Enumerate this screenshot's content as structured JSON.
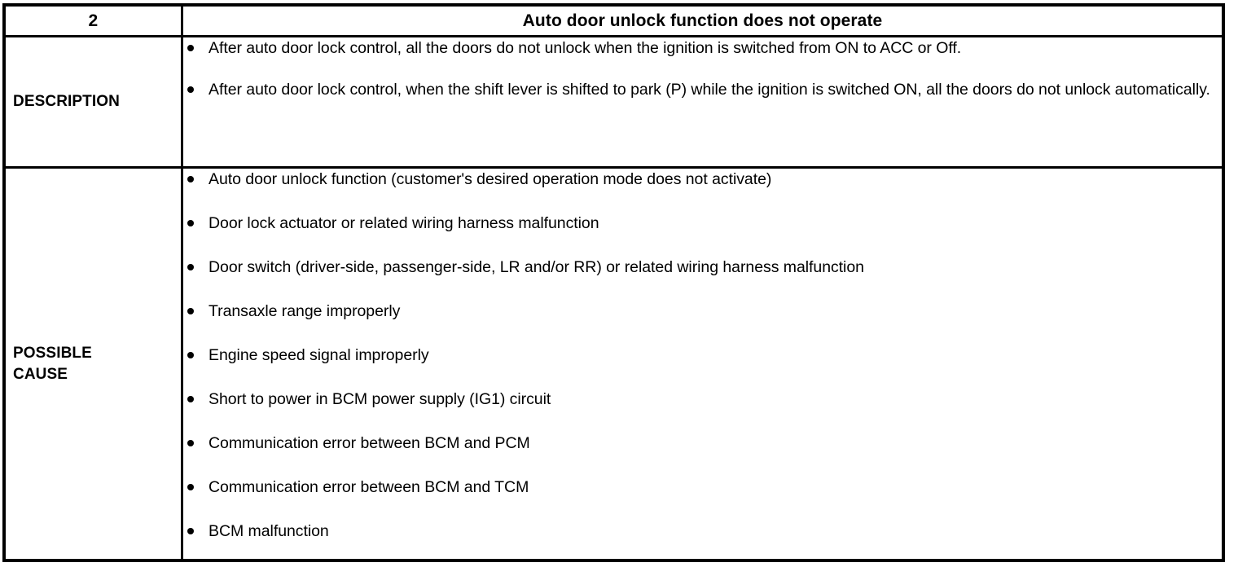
{
  "table": {
    "header": {
      "number": "2",
      "title": "Auto door unlock function does not operate"
    },
    "rows": [
      {
        "label": "DESCRIPTION",
        "bullets": [
          "After auto door lock control, all the doors do not unlock when the ignition is switched from ON to ACC or Off.",
          "After auto door lock control, when the shift lever is shifted to park (P) while the ignition is switched ON, all the doors do not unlock automatically."
        ]
      },
      {
        "label": "POSSIBLE\nCAUSE",
        "bullets": [
          "Auto door unlock function (customer's desired operation mode does not activate)",
          "Door lock actuator or related wiring harness malfunction",
          "Door switch (driver-side, passenger-side, LR and/or RR) or related wiring harness malfunction",
          "Transaxle range improperly",
          "Engine speed signal improperly",
          "Short to power in BCM power supply (IG1) circuit",
          "Communication error between BCM and PCM",
          "Communication error between BCM and TCM",
          "BCM malfunction"
        ]
      }
    ]
  },
  "colors": {
    "border": "#000000",
    "text": "#000000",
    "background": "#ffffff"
  }
}
